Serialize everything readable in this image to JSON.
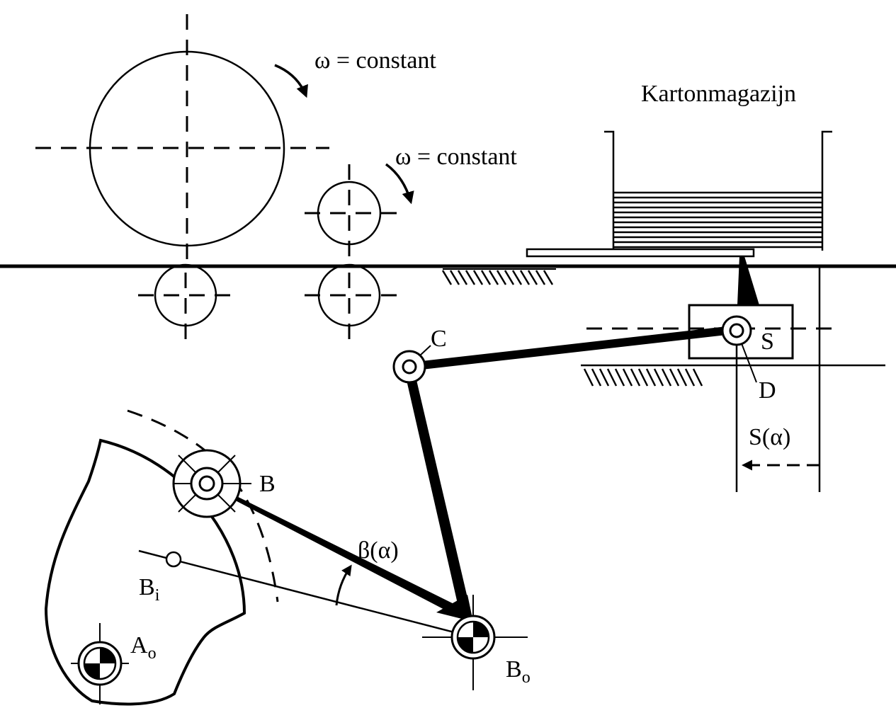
{
  "labels": {
    "omega_top": "ω = constant",
    "omega_mid": "ω = constant",
    "magazine": "Kartonmagazijn",
    "c": "C",
    "s": "S",
    "d": "D",
    "s_alpha": "S(α)",
    "b": "B",
    "beta_alpha": "β(α)",
    "b_i_main": "B",
    "b_i_sub": "i",
    "a_o_main": "A",
    "a_o_sub": "o",
    "b_o_main": "B",
    "b_o_sub": "o"
  },
  "colors": {
    "ink": "#000000",
    "paper": "#ffffff"
  }
}
